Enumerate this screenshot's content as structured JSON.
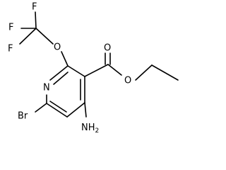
{
  "molecule": {
    "atoms": {
      "f_top": "F",
      "f_left_upper": "F",
      "f_left_lower": "F",
      "o_ether": "O",
      "o_carbonyl": "O",
      "o_ester": "O",
      "n_ring": "N",
      "br": "Br",
      "amino": "NH",
      "amino_subscript": "2"
    }
  }
}
